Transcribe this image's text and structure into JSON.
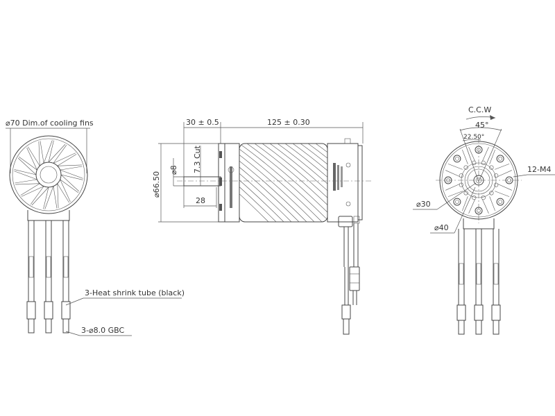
{
  "front_view": {
    "fin_diameter_label": "⌀70 Dim.of cooling fins",
    "heat_shrink_label": "3-Heat shrink tube (black)",
    "connector_label": "3-⌀8.0 GBC"
  },
  "side_view": {
    "shaft_length_label": "30 ± 0.5",
    "body_length_label": "125 ± 0.30",
    "body_diameter_label": "⌀66.50",
    "shaft_diameter_label": "⌀8",
    "shaft_cut_label": "7.3 Cut",
    "shaft_exposed_label": "28"
  },
  "rear_view": {
    "rotation_label": "C.C.W",
    "angle_outer_label": "45°",
    "angle_inner_label": "22.50°",
    "thread_label": "12-M4",
    "inner_diameter_label": "⌀30",
    "outer_diameter_label": "⌀40"
  }
}
